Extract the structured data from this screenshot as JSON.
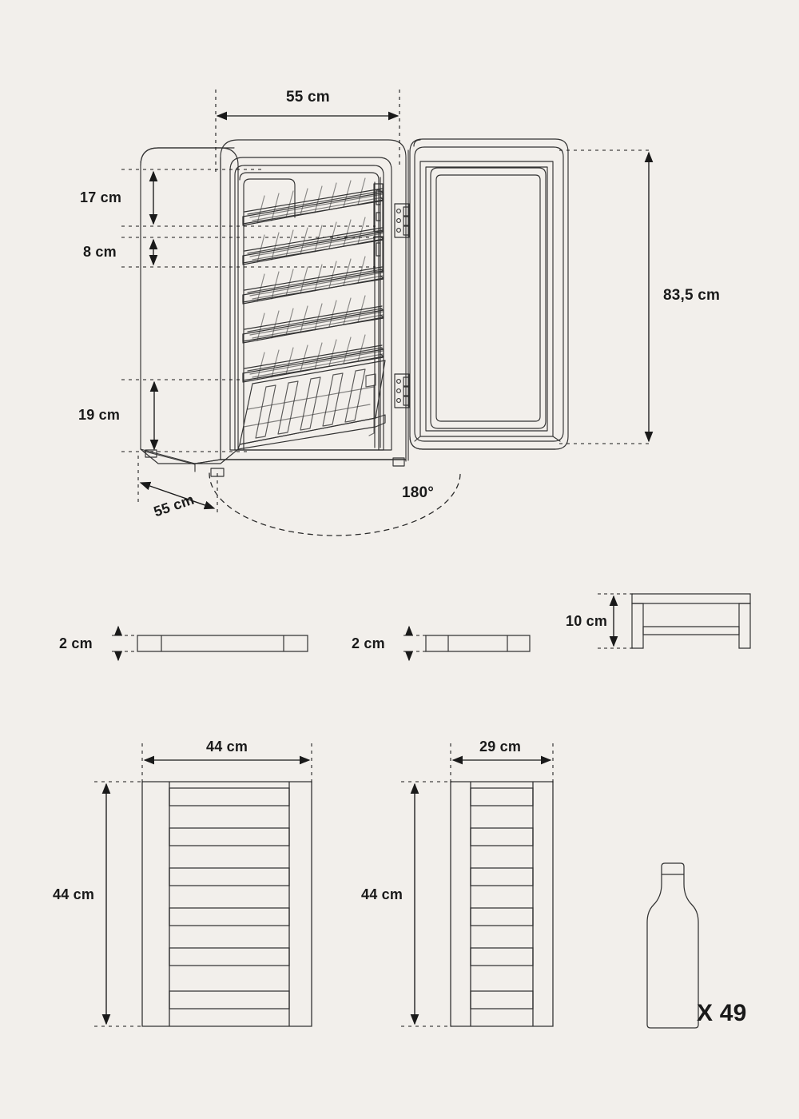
{
  "document": {
    "title": "Wine Cooler Technical Dimension Drawing",
    "background_color": "#f2efeb",
    "line_color": "#333333",
    "text_color": "#1a1a1a",
    "unit": "cm"
  },
  "main_view": {
    "name": "wine-cooler-front-open",
    "description": "Wine cooler cabinet with door opened 180 degrees, five wire shelves and one bottom slatted drawer",
    "dimensions": {
      "width_top": "55 cm",
      "height_right": "83,5 cm",
      "depth_bottom": "55 cm",
      "shelf_gap_top": "17 cm",
      "shelf_gap_second": "8 cm",
      "bottom_compartment": "19 cm",
      "door_swing": "180°"
    },
    "shelf_count": 5,
    "hinge_count": 2
  },
  "detail_views": [
    {
      "name": "shelf-profile-wide",
      "label": "2 cm",
      "type": "side-profile"
    },
    {
      "name": "shelf-profile-narrow",
      "label": "2 cm",
      "type": "side-profile"
    },
    {
      "name": "rack-frame-profile",
      "label": "10 cm",
      "type": "side-profile"
    }
  ],
  "plan_views": [
    {
      "name": "shelf-plan-wide",
      "width_label": "44 cm",
      "depth_label": "44 cm",
      "slat_count": 6
    },
    {
      "name": "shelf-plan-narrow",
      "width_label": "29 cm",
      "depth_label": "44 cm",
      "slat_count": 6
    }
  ],
  "capacity": {
    "name": "bottle-capacity",
    "icon": "wine-bottle-icon",
    "label": "X 49"
  }
}
